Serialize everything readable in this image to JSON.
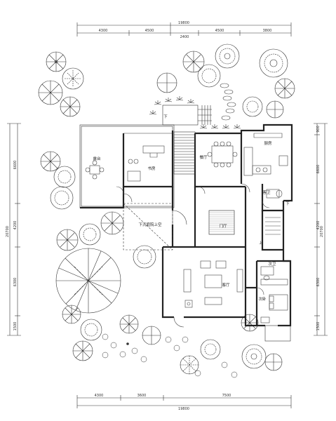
{
  "dimensions": {
    "top_total": "19800",
    "top_segments": [
      "4300",
      "4500",
      "4500",
      "3800"
    ],
    "top_middle": "2400",
    "bottom_total": "19800",
    "bottom_segments": [
      "4300",
      "3600",
      "7500"
    ],
    "left_total": "20700",
    "left_segments": [
      "6600",
      "4200",
      "6300",
      "1500"
    ],
    "right_total": "20700",
    "right_segments": [
      "900",
      "6600",
      "4200",
      "6300",
      "1500"
    ]
  },
  "rooms": {
    "terrace": "露台",
    "study": "书房",
    "dining": "餐厅",
    "kitchen": "厨房",
    "guest_bath": "客卫",
    "foyer": "门厅",
    "sunken_garden": "下沉庭院上空",
    "living": "客厅",
    "bath2": "次卫",
    "bedroom2": "次卧"
  },
  "marks": {
    "down_arrow_top": "下",
    "down_arrow_right": "下",
    "up_arrow": "上"
  }
}
